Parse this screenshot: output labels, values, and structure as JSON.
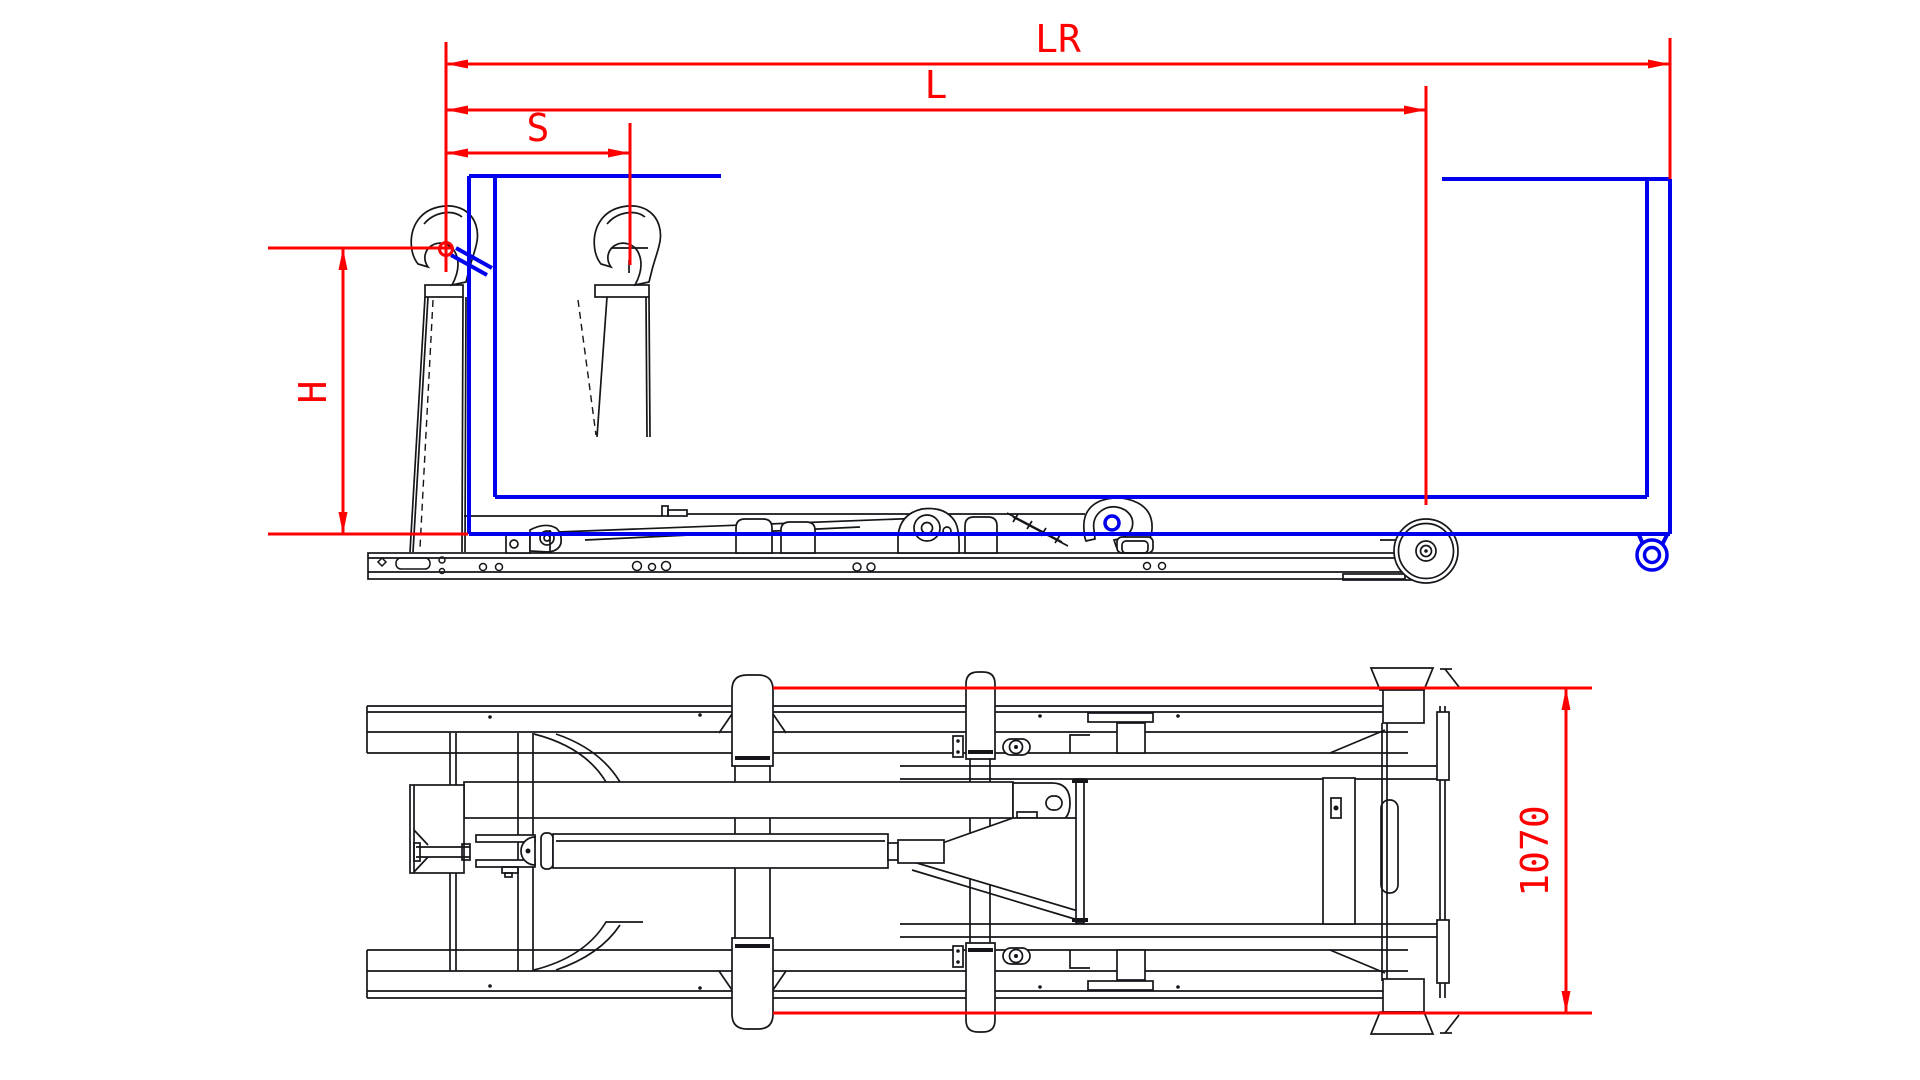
{
  "drawing": {
    "type": "hooklift-trailer-technical-drawing",
    "dimensions": {
      "lr": "LR",
      "l": "L",
      "s": "S",
      "h": "H",
      "width": "1070"
    },
    "colors": {
      "dimension_red": "#fe0000",
      "container_blue": "#0000ee",
      "linework_black": "#15151a",
      "background": "#ffffff"
    }
  }
}
